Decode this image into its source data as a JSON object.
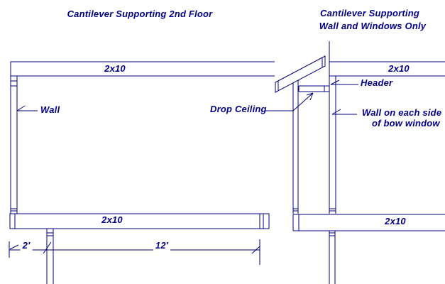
{
  "colors": {
    "line": "#000080",
    "text": "#00008B",
    "background": "#ffffff"
  },
  "left_diagram": {
    "title": "Cantilever Supporting 2nd Floor",
    "top_beam": {
      "label": "2x10"
    },
    "bottom_beam": {
      "label": "2x10"
    },
    "wall": {
      "label": "Wall"
    },
    "dimensions": {
      "cantilever": "2'",
      "span": "12'"
    }
  },
  "right_diagram": {
    "title_line1": "Cantilever Supporting",
    "title_line2": "Wall and Windows Only",
    "top_beam": {
      "label": "2x10"
    },
    "bottom_beam": {
      "label": "2x10"
    },
    "header": {
      "label": "Header"
    },
    "drop_ceiling": {
      "label": "Drop Ceiling"
    },
    "bow_window_wall": {
      "label_line1": "Wall on each side",
      "label_line2": "of bow window"
    }
  }
}
